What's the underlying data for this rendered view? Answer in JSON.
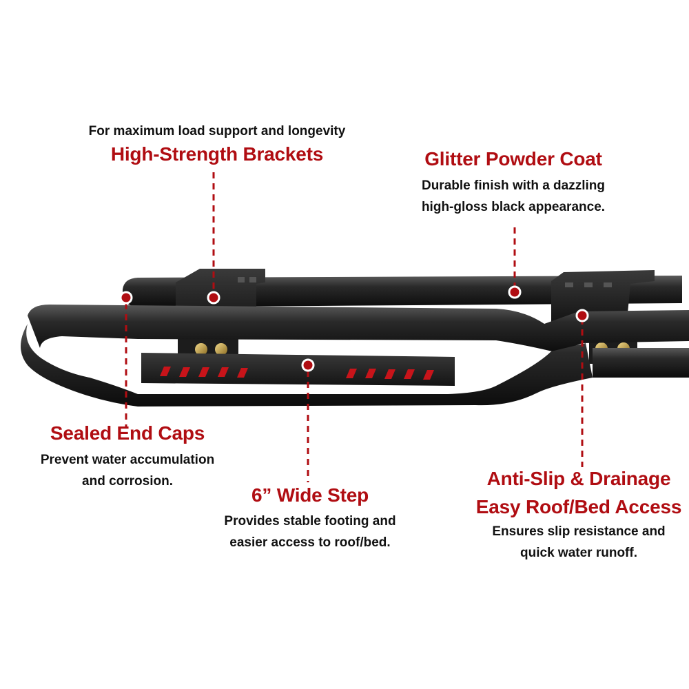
{
  "colors": {
    "accent": "#b00d12",
    "text": "#111111",
    "bar": "#1a1a1a",
    "background": "#ffffff"
  },
  "callouts": {
    "brackets": {
      "title": "High-Strength Brackets",
      "desc": [
        "For maximum load support and longevity"
      ]
    },
    "powder_coat": {
      "title": "Glitter Powder Coat",
      "desc": [
        "Durable finish with a dazzling",
        "high-gloss black appearance."
      ]
    },
    "end_caps": {
      "title": "Sealed End Caps",
      "desc": [
        "Prevent water accumulation",
        "and corrosion."
      ]
    },
    "wide_step": {
      "title": "6” Wide Step",
      "desc": [
        "Provides stable footing and",
        "easier access to roof/bed."
      ]
    },
    "anti_slip": {
      "title": [
        "Anti-Slip & Drainage",
        "Easy Roof/Bed Access"
      ],
      "desc": [
        "Ensures slip resistance and",
        "quick water runoff."
      ]
    }
  },
  "image": {
    "subject": "black-textured-rock-slider-step-bars"
  }
}
